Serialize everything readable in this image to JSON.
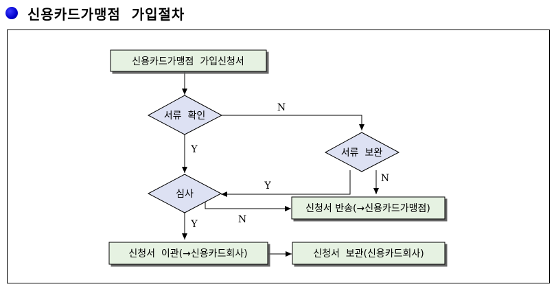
{
  "header": {
    "bullet_color": "#0000cc",
    "title": "신용카드가맹점  가입절차"
  },
  "diagram": {
    "box_fill": "#e6f2e2",
    "diamond_fill": "#dde1f3",
    "nodes": {
      "application_form": "신용카드가맹점  가입신청서",
      "document_check": "서류  확인",
      "document_supplement": "서류  보완",
      "review": "심사",
      "return_application": "신청서 반송(→신용카드가맹점)",
      "transfer_application": "신청서  이관(→신용카드회사)",
      "keep_application": "신청서  보관(신용카드회사)"
    },
    "edge_labels": {
      "check_to_supplement": "N",
      "check_to_review": "Y",
      "supplement_to_review": "Y",
      "supplement_down": "N",
      "review_to_return": "N",
      "review_to_transfer": "Y"
    }
  }
}
